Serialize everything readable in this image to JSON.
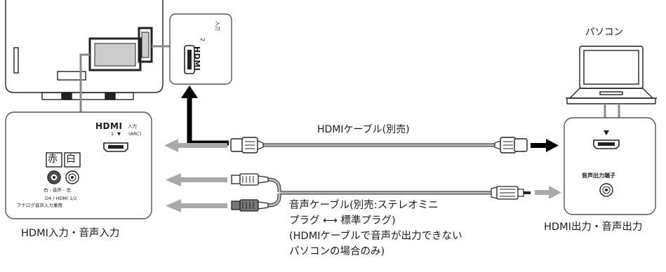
{
  "tv_panel": {
    "hdmi_logo": "HDMI",
    "hdmi_input_kana": "入力",
    "hdmi_port_number": "1",
    "arc_label": "(ARC)",
    "audio_red_char": "赤",
    "audio_white_char": "白",
    "audio_lr_label": "右 - 音声 - 左",
    "audio_source_label": "D4 / HDMI 1/2",
    "audio_analog_label": "アナログ音声入力兼用",
    "caption": "HDMI入力・音声入力"
  },
  "tv_side_zoom": {
    "hdmi_logo": "HDMI",
    "hdmi_input_kana": "入力",
    "port_number": "2"
  },
  "pc": {
    "title": "パソコン",
    "audio_out_label": "音声出力端子",
    "caption": "HDMI出力・音声出力"
  },
  "hdmi_cable": {
    "label": "HDMIケーブル(別売)"
  },
  "audio_cable": {
    "note_lines": "音声ケーブル(別売:ステレオミニ\nプラグ ⟷ 標準プラグ)\n(HDMIケーブルで音声が出力できない\nパソコンの場合のみ)"
  },
  "colors": {
    "line": "#222222",
    "arrow_gray": "#aaaaaa",
    "arrow_black": "#000000",
    "panel_border": "#555555",
    "cable_gray": "#bdbdbd"
  }
}
